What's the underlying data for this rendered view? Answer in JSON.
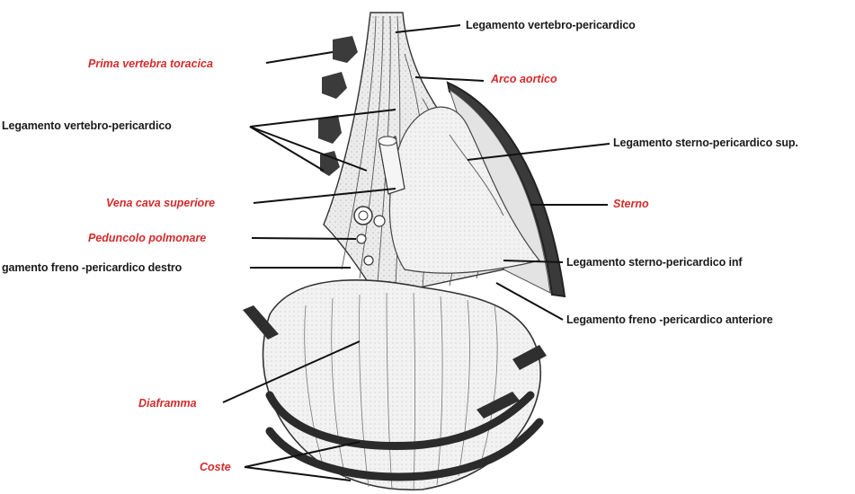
{
  "labels": {
    "vertebro_top": "Legamento vertebro-pericardico",
    "prima_vertebra": "Prima vertebra toracica",
    "arco_aortico": "Arco aortico",
    "vertebro_left": "Legamento vertebro-pericardico",
    "sterno_sup": "Legamento sterno-pericardico sup.",
    "vena_cava": "Vena cava superiore",
    "sterno": "Sterno",
    "peduncolo": "Peduncolo polmonare",
    "freno_destro": "gamento freno -pericardico destro",
    "sterno_inf": "Legamento sterno-pericardico inf",
    "freno_anteriore": "Legamento freno -pericardico anteriore",
    "diaframma": "Diaframma",
    "coste": "Coste"
  },
  "colors": {
    "label_black": "#1a1a1a",
    "label_red": "#d42a2a",
    "drawing_ink": "#2b2b2b",
    "drawing_fill": "#e6e6e6"
  }
}
